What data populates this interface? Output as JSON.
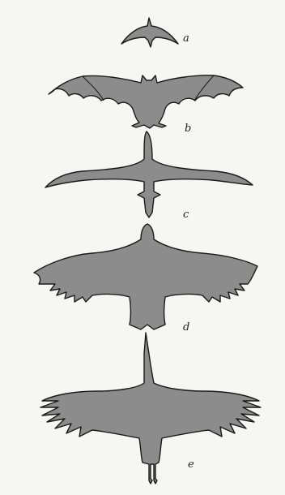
{
  "figure": {
    "background": "#f6f6f4",
    "silhouette_fill": "#8c8c8c",
    "outline_color": "#1a1a1a",
    "panels": [
      {
        "label": "a",
        "subject": "swift-silhouette"
      },
      {
        "label": "b",
        "subject": "bat-silhouette"
      },
      {
        "label": "c",
        "subject": "albatross-silhouette"
      },
      {
        "label": "d",
        "subject": "broad-winged-bird-silhouette"
      },
      {
        "label": "e",
        "subject": "stork-silhouette"
      }
    ]
  }
}
